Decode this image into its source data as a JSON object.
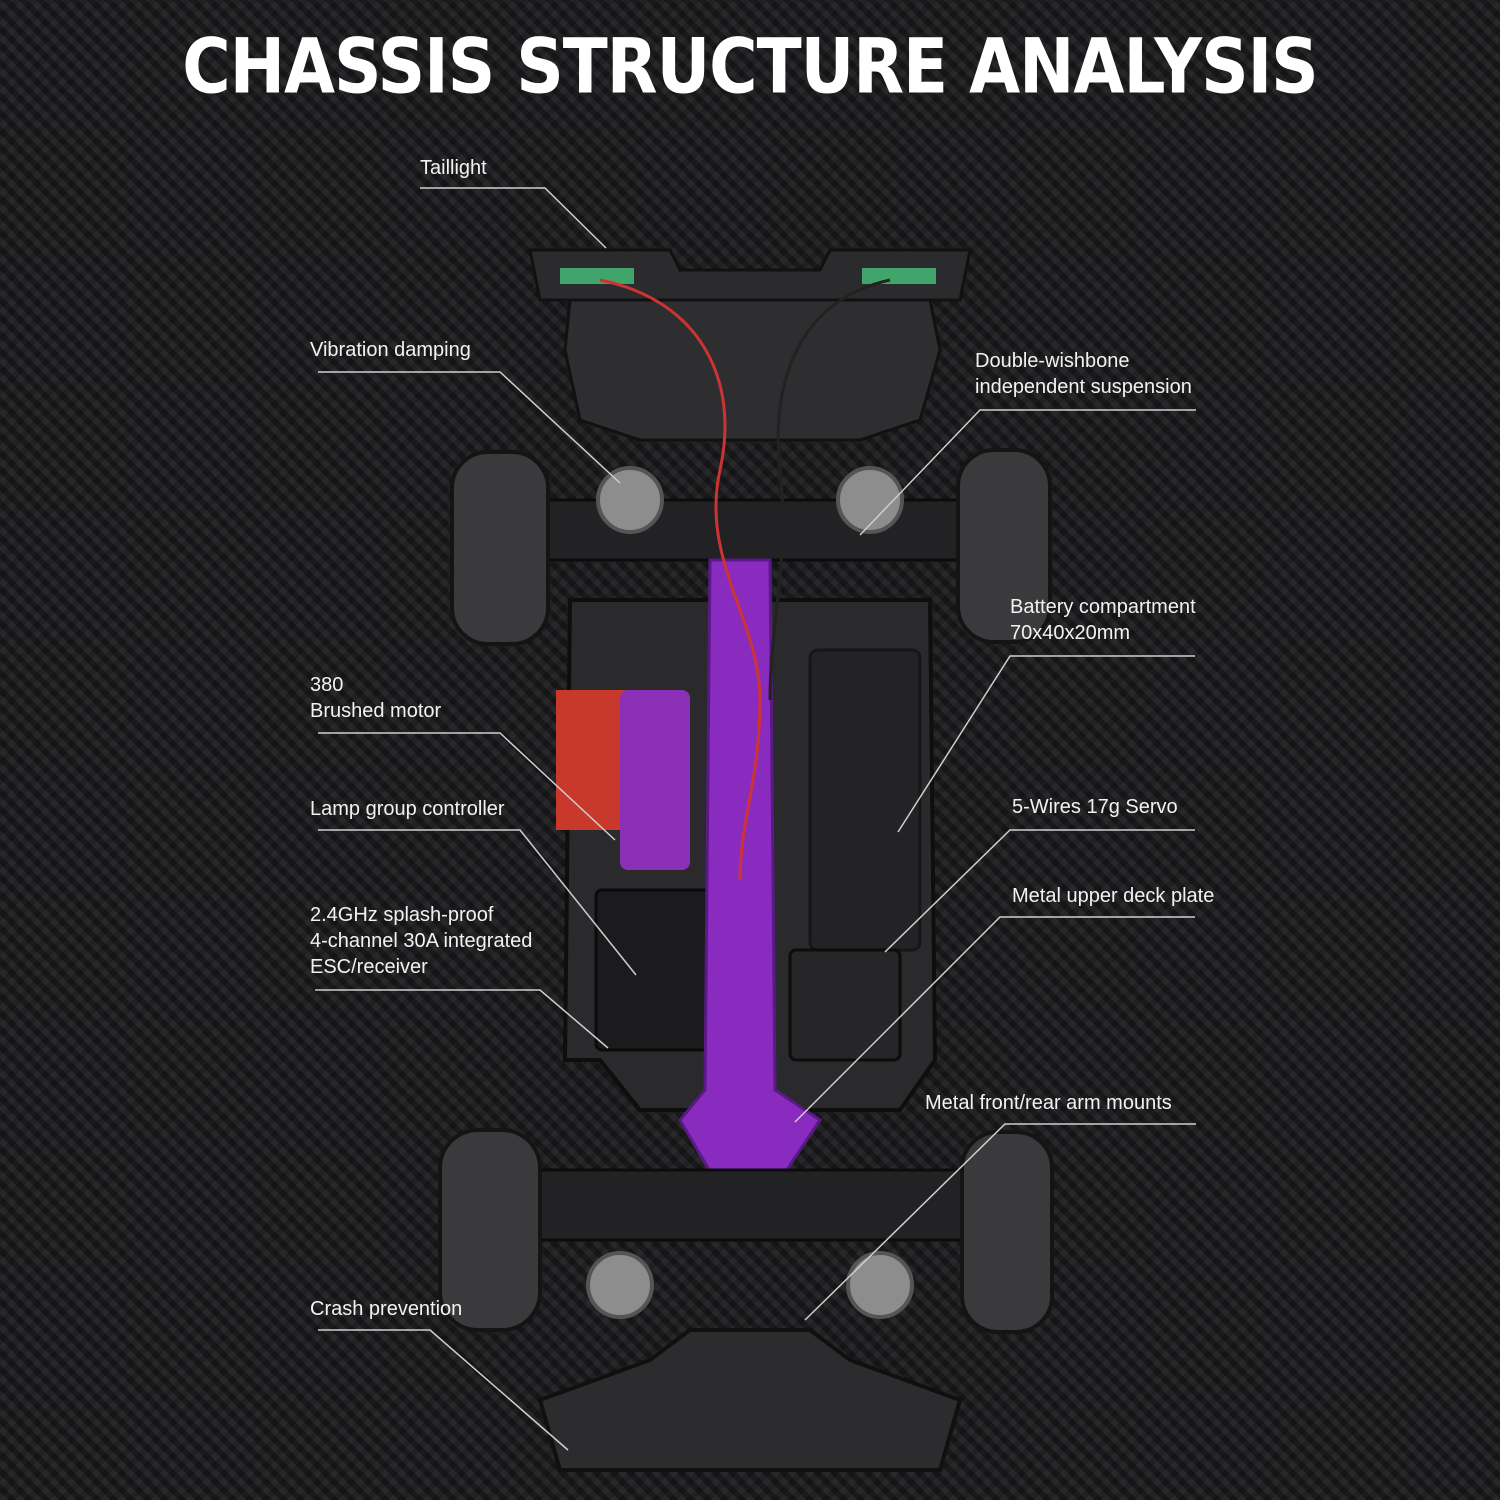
{
  "title": "CHASSIS STRUCTURE ANALYSIS",
  "labels": {
    "taillight": "Taillight",
    "vibration_damping": "Vibration damping",
    "suspension_line1": "Double-wishbone",
    "suspension_line2": "independent suspension",
    "battery_line1": "Battery compartment",
    "battery_line2": "70x40x20mm",
    "motor_line1": "380",
    "motor_line2": "Brushed motor",
    "lamp_controller": "Lamp group controller",
    "servo": "5-Wires 17g Servo",
    "esc_line1": "2.4GHz splash-proof",
    "esc_line2": "4-channel 30A integrated",
    "esc_line3": "ESC/receiver",
    "deck_plate": "Metal upper deck plate",
    "arm_mounts": "Metal front/rear arm mounts",
    "crash_prevention": "Crash prevention"
  },
  "colors": {
    "background": "#1c1c1e",
    "chassis": "#2a2a2d",
    "deck": "#8a2bc0",
    "tire": "#3a3a3c",
    "callout_line": "#cfcfcf"
  }
}
